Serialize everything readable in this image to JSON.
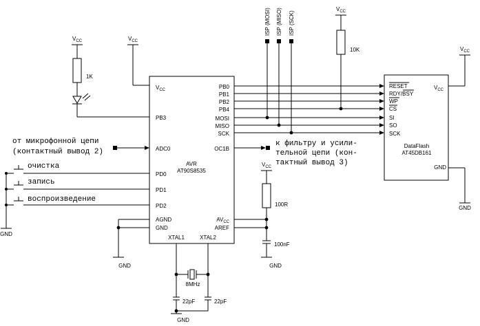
{
  "power": {
    "vcc_main": "V",
    "vcc_sub": "CC",
    "gnd": "GND"
  },
  "avr": {
    "name": "AVR",
    "part": "AT90S8535",
    "vcc_pin": "V",
    "vcc_pin_sub": "CC",
    "pins_left": [
      "PB3",
      "ADC0",
      "PD0",
      "PD1",
      "PD2",
      "AGND",
      "GND"
    ],
    "pins_right": [
      "PB0",
      "PB1",
      "PB2",
      "PB4",
      "MOSI",
      "MISO",
      "SCK",
      "OC1B"
    ],
    "avcc_main": "AV",
    "avcc_sub": "CC",
    "aref": "AREF",
    "xtal1": "XTAL1",
    "xtal2": "XTAL2"
  },
  "dataflash": {
    "name": "DataFlash",
    "part": "AT45DB161",
    "pins": [
      "RESET",
      "RDY/BSY",
      "WP",
      "CS",
      "SI",
      "SO",
      "SCK"
    ],
    "vcc_pin": "V",
    "vcc_pin_sub": "CC",
    "gnd_pin": "GND"
  },
  "isp": [
    "ISP (MOSI)",
    "ISP (MISO)",
    "ISP (SCK)"
  ],
  "components": {
    "r_led": "1K",
    "r_pullup": "10K",
    "r_avcc": "100R",
    "c_avcc": "100nF",
    "crystal": "8MHz",
    "c_xtal1": "22pF",
    "c_xtal2": "22pF"
  },
  "notes": {
    "mic_line1": "от микрофонной цепи",
    "mic_line2": "(контактный вывод 2)",
    "filter_line1": "к фильтру и усили-",
    "filter_line2": "тельной цепи (кон-",
    "filter_line3": "тактный вывод 3)"
  },
  "buttons": [
    "очистка",
    "запись",
    "воспроизведение"
  ]
}
